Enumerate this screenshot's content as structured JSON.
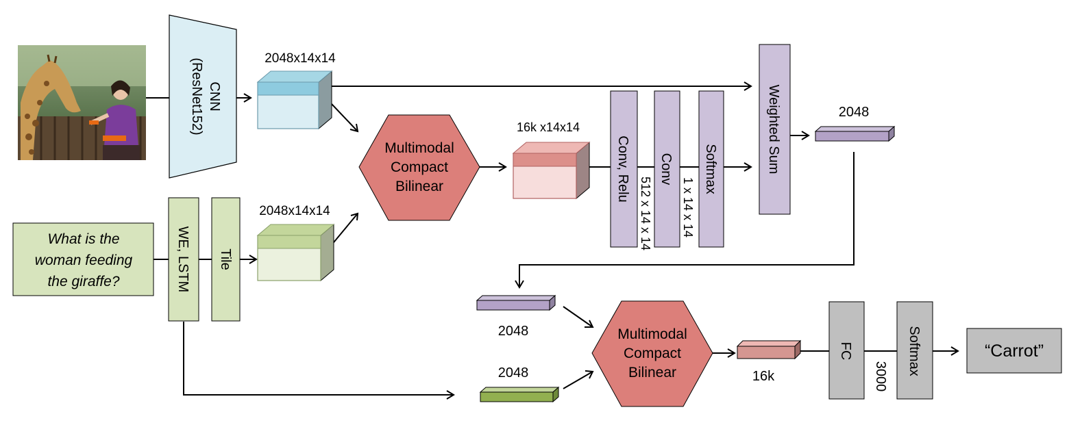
{
  "image": {
    "cnn": {
      "line1": "CNN",
      "line2": "(ResNet152)"
    },
    "feature_dims": "2048x14x14"
  },
  "question": {
    "line1": "What is the",
    "line2": "woman feeding",
    "line3": "the giraffe?",
    "we_lstm": "WE, LSTM",
    "tile": "Tile",
    "feature_dims": "2048x14x14"
  },
  "attention": {
    "mcb": {
      "line1": "Multimodal",
      "line2": "Compact",
      "line3": "Bilinear"
    },
    "mcb_dims": "16k x14x14",
    "conv_relu": "Conv, Relu",
    "conv_relu_dims": "512 x 14 x 14",
    "conv": "Conv",
    "conv_dims": "1 x 14 x 14",
    "softmax": "Softmax",
    "weighted_sum": "Weighted Sum",
    "attended_dims": "2048"
  },
  "answer": {
    "visual_dims": "2048",
    "text_dims": "2048",
    "mcb": {
      "line1": "Multimodal",
      "line2": "Compact",
      "line3": "Bilinear"
    },
    "mcb_dims": "16k",
    "fc": "FC",
    "fc_dims": "3000",
    "softmax": "Softmax",
    "output": "“Carrot”"
  },
  "colors": {
    "image_blue": "#dbeef4",
    "text_green": "#d7e4bd",
    "mcb_red": "#dc7f7a",
    "attention_purple": "#ccc1da",
    "answer_gray": "#bfbfbf"
  }
}
